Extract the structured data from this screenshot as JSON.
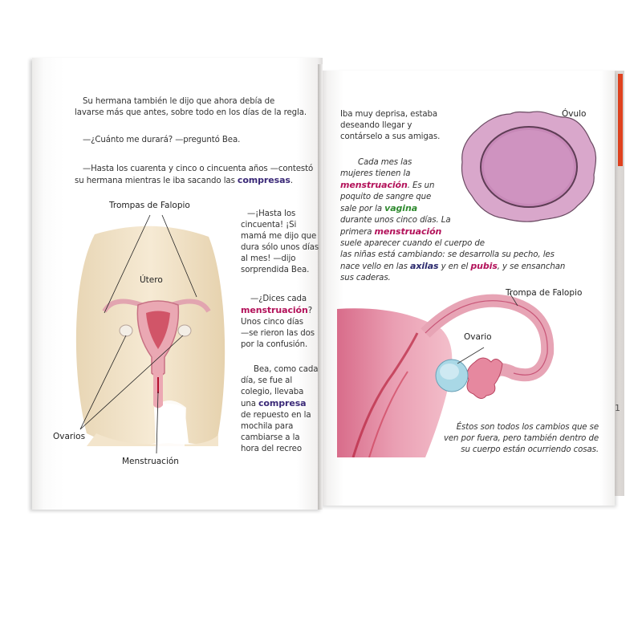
{
  "left_page": {
    "para1": "Su hermana también le dijo que ahora debía de lavarse más que antes, sobre todo en los días de la regla.",
    "para1_l1": "Su hermana también le dijo que ahora debía de",
    "para1_l2": "lavarse más que antes, sobre todo en los días de la regla.",
    "para2": "—¿Cuánto me durará? —preguntó Bea.",
    "para3_l1": "—Hasta los cuarenta y cinco o cincuenta años —contestó",
    "para3_l2_pre": "su hermana mientras le iba sacando las ",
    "para3_kw": "compresas",
    "para3_end": ".",
    "col": {
      "l1": "—¡Hasta los",
      "l2": "cincuenta! ¡Si",
      "l3": "mamá me dijo que",
      "l4": "dura sólo unos días",
      "l5": "al mes! —dijo",
      "l6": "sorprendida Bea.",
      "m1": "—¿Dices cada",
      "m2_kw": "menstruación",
      "m2_end": "?",
      "m3": "Unos cinco días",
      "m4": "—se rieron las dos",
      "m5": "por la confusión.",
      "b1": "Bea, como cada",
      "b2": "día, se fue al",
      "b3": "colegio, llevaba",
      "b4_pre": "una ",
      "b4_kw": "compresa",
      "b5": "de repuesto en la",
      "b6": "mochila para",
      "b7": "cambiarse a la",
      "b8": "hora del recreo"
    },
    "diagram": {
      "label_trompas": "Trompas de Falopio",
      "label_utero": "Útero",
      "label_ovarios": "Ovarios",
      "label_menstruacion": "Menstruación"
    }
  },
  "right_page": {
    "top_l1": "Iba muy deprisa, estaba",
    "top_l2": "deseando llegar y",
    "top_l3": "contárselo a sus amigas.",
    "label_ovulo": "Óvulo",
    "mid_l1": "Cada mes las",
    "mid_l2": "mujeres tienen la",
    "mid_l3_kw": "menstruación",
    "mid_l3_end": ". Es un",
    "mid_l4": "poquito de sangre que",
    "mid_l5_pre": "sale por la ",
    "mid_l5_kw": "vagina",
    "mid_l6": "durante unos cinco días. La",
    "mid_l7_pre": "primera ",
    "mid_l7_kw": "menstruación",
    "mid_l8": "suele aparecer cuando el cuerpo de",
    "mid_l9": "las niñas está cambiando: se desarrolla su pecho, les",
    "mid_l10_pre": "nace vello en las ",
    "mid_l10_kw1": "axilas",
    "mid_l10_mid": " y en el ",
    "mid_l10_kw2": "pubis",
    "mid_l10_end": ", y se ensanchan",
    "mid_l11": "sus caderas.",
    "label_trompa": "Trompa de Falopio",
    "label_ovario": "Ovario",
    "bottom_l1": "Éstos son todos los cambios que se",
    "bottom_l2": "ven por fuera, pero también dentro de",
    "bottom_l3": "su cuerpo están ocurriendo cosas.",
    "page_number": "1"
  },
  "colors": {
    "keyword_blue": "#3b2a78",
    "keyword_magenta": "#b3125a",
    "keyword_green": "#2f8a2f",
    "cover_red": "#e0421f"
  }
}
